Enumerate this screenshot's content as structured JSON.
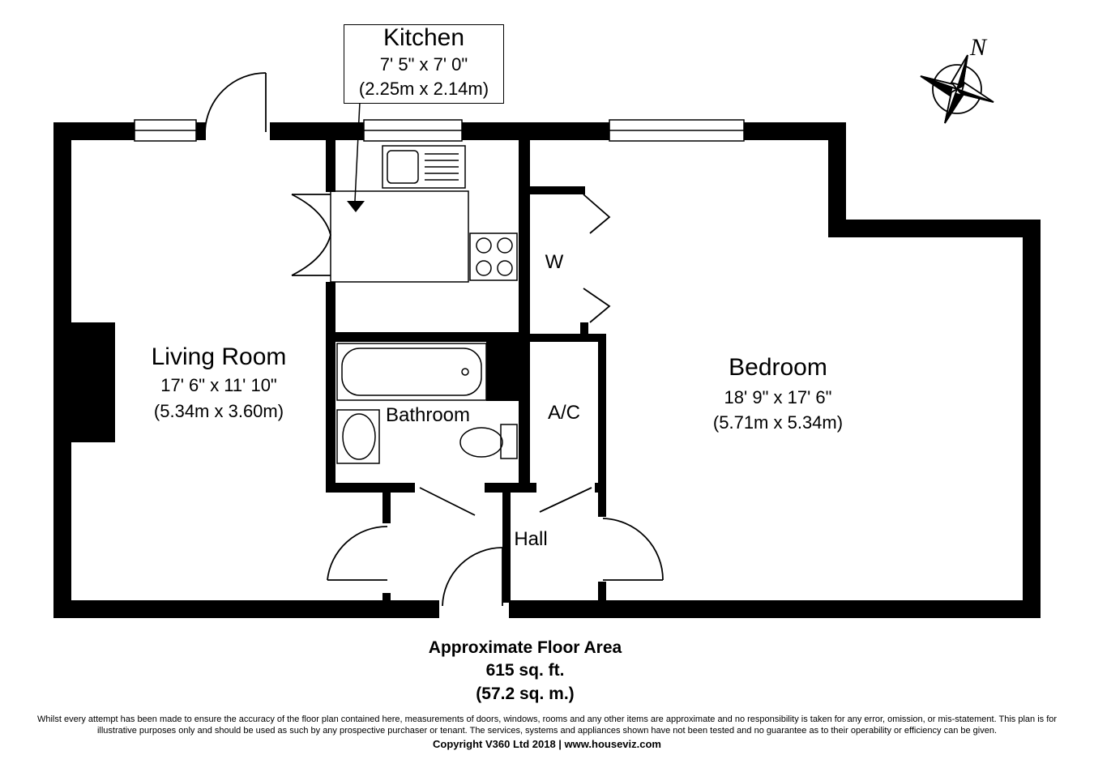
{
  "rooms": {
    "kitchen": {
      "name": "Kitchen",
      "imperial": "7' 5\" x 7' 0\"",
      "metric": "(2.25m x 2.14m)"
    },
    "living": {
      "name": "Living Room",
      "imperial": "17' 6\" x 11' 10\"",
      "metric": "(5.34m x 3.60m)"
    },
    "bedroom": {
      "name": "Bedroom",
      "imperial": "18' 9\" x 17' 6\"",
      "metric": "(5.71m x 5.34m)"
    },
    "bathroom": {
      "name": "Bathroom"
    },
    "wardrobe": {
      "name": "W"
    },
    "airing_cupboard": {
      "name": "A/C"
    },
    "hall": {
      "name": "Hall"
    }
  },
  "compass": {
    "label": "N"
  },
  "area": {
    "heading": "Approximate Floor Area",
    "imperial": "615 sq. ft.",
    "metric": "(57.2 sq. m.)"
  },
  "footer": {
    "disclaimer": "Whilst every attempt has been made to ensure the accuracy of the floor plan contained here, measurements of doors, windows, rooms and any other items are approximate and no responsibility is taken for any error, omission, or mis-statement. This plan is for illustrative purposes only and should be used as such by any prospective purchaser or tenant. The services, systems and appliances shown have not been tested and no guarantee as to their operability or efficiency can be given.",
    "copyright": "Copyright V360 Ltd 2018 | www.houseviz.com"
  }
}
